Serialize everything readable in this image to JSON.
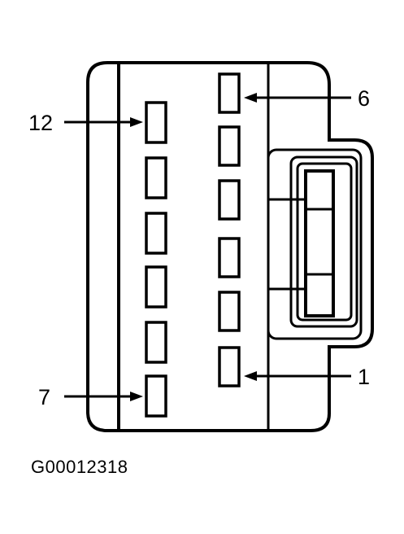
{
  "diagram": {
    "callouts": {
      "pin_12": "12",
      "pin_6": "6",
      "pin_7": "7",
      "pin_1": "1"
    },
    "figure_id": "G00012318"
  },
  "colors": {
    "line": "#000000",
    "background": "#ffffff"
  }
}
